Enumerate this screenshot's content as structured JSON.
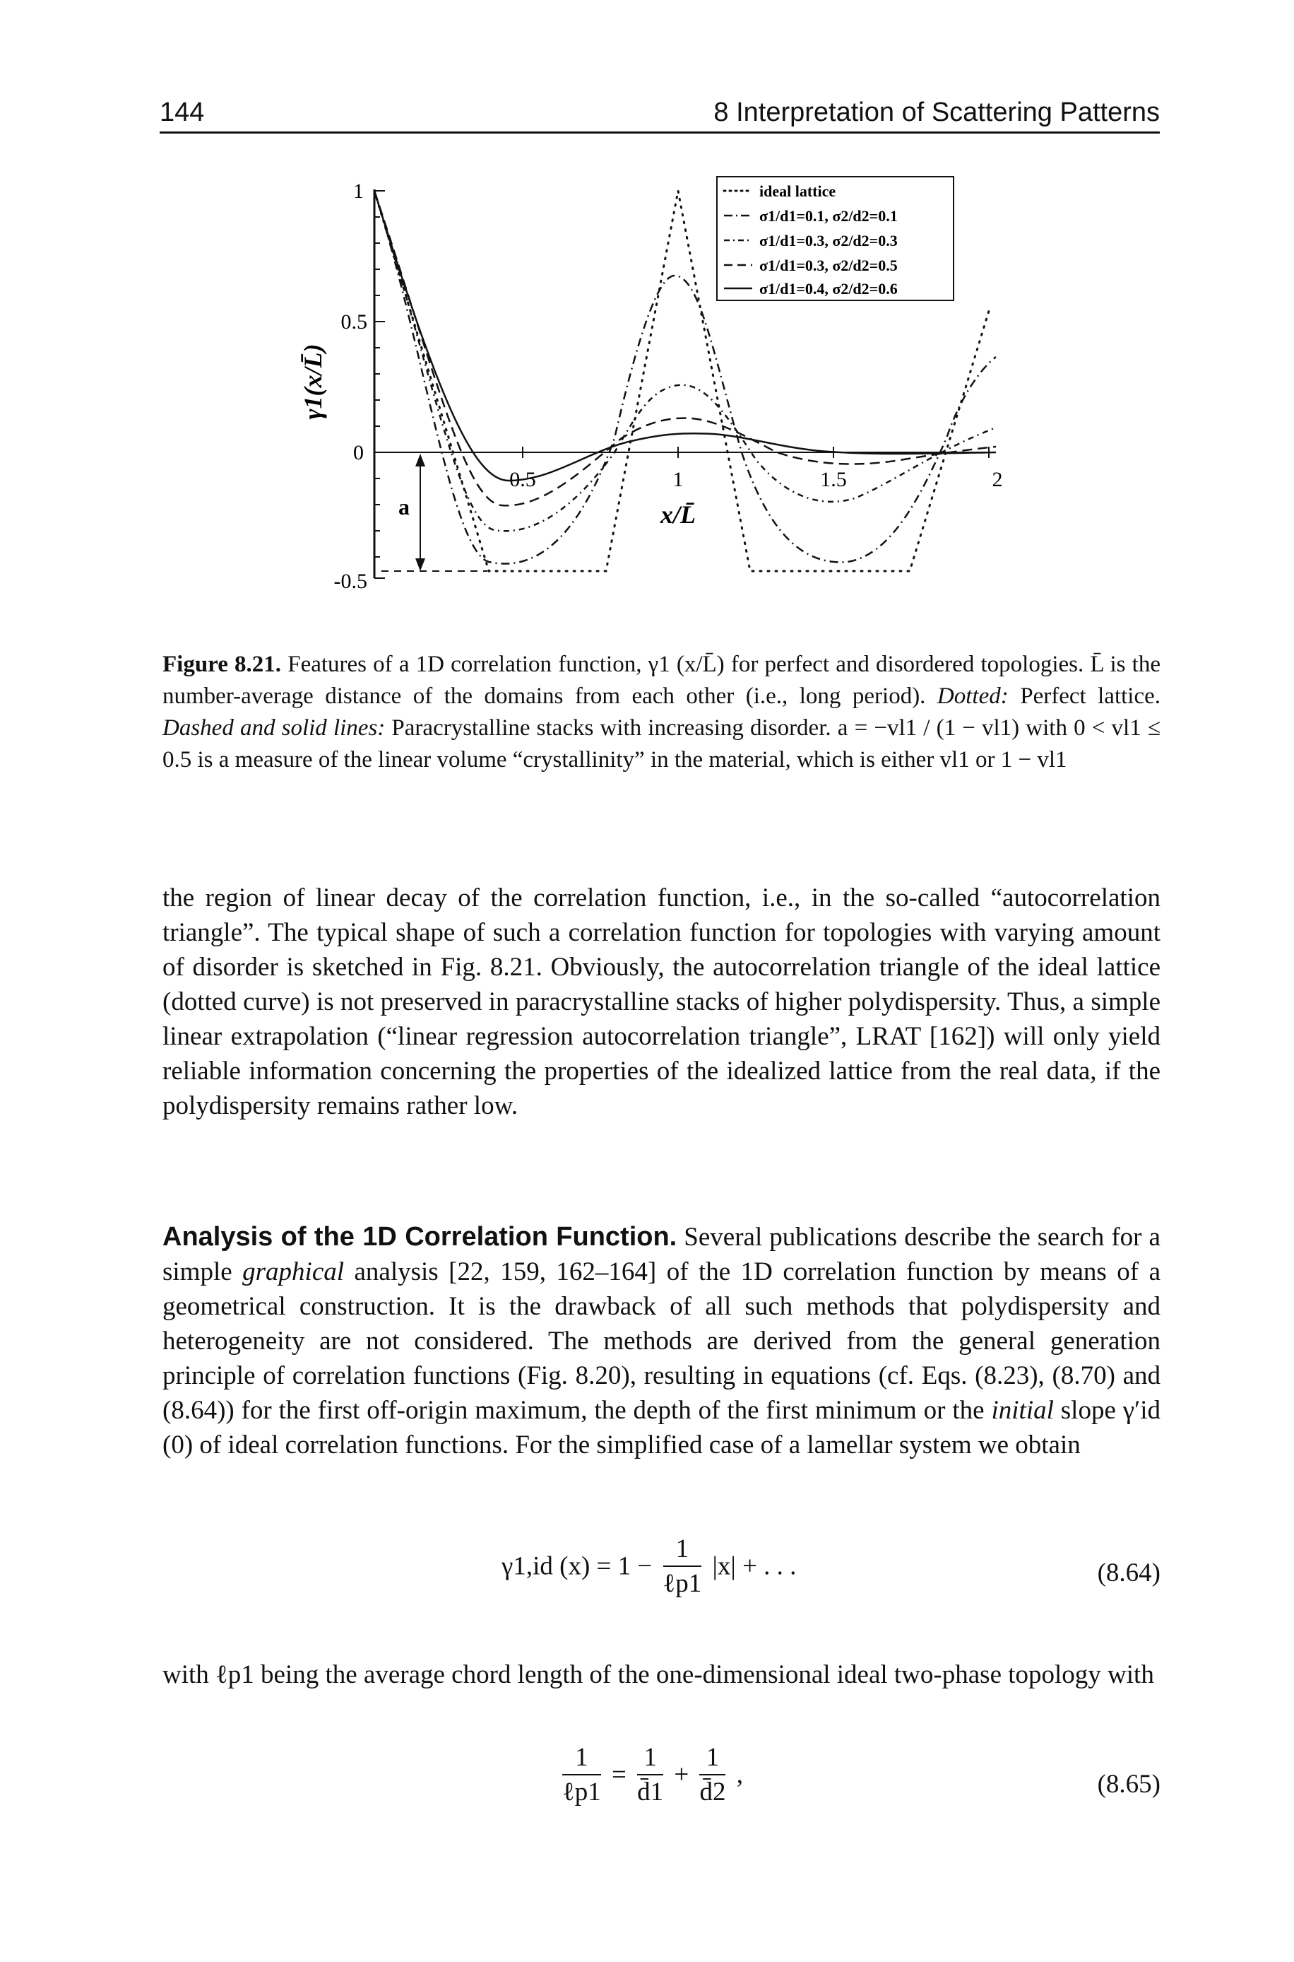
{
  "header": {
    "page_number": "144",
    "running_head": "8 Interpretation of Scattering Patterns"
  },
  "figure": {
    "y_axis_label": "γ1(x/L̄)",
    "x_axis_label": "x/L̄",
    "y_ticks": [
      "1",
      "0.5",
      "0",
      "-0.5"
    ],
    "x_ticks": [
      "0.5",
      "1",
      "1.5",
      "2"
    ],
    "a_label": "a",
    "legend": [
      "ideal lattice",
      "σ1/d1=0.1, σ2/d2=0.1",
      "σ1/d1=0.3, σ2/d2=0.3",
      "σ1/d1=0.3, σ2/d2=0.5",
      "σ1/d1=0.4, σ2/d2=0.6"
    ]
  },
  "caption": {
    "label": "Figure 8.21.",
    "text1": " Features of a 1D correlation function, γ1 (x/L̄) for perfect and disordered topologies. L̄ is the number-average distance of the domains from each other (i.e., long period). ",
    "dotted": "Dotted:",
    "text2": " Perfect lattice. ",
    "dashed": "Dashed and solid lines:",
    "text3": " Paracrystalline stacks with increasing disorder. a = −vl1 / (1 − vl1) with 0 < vl1 ≤ 0.5 is a measure of the linear volume “crystallinity” in the material, which is either vl1 or 1 − vl1"
  },
  "para1": "the region of linear decay of the correlation function, i.e., in the so-called “autocorrelation triangle”. The typical shape of such a correlation function for topologies with varying amount of disorder is sketched in Fig. 8.21. Obviously, the autocorrelation triangle of the ideal lattice (dotted curve) is not preserved in paracrystalline stacks of higher polydispersity. Thus, a simple linear extrapolation (“linear regression autocorrelation triangle”, LRAT [162]) will only yield reliable information concerning the properties of the idealized lattice from the real data, if the polydispersity remains rather low.",
  "para2": {
    "heading": "Analysis of the 1D Correlation Function.",
    "t1": " Several publications describe the search for a simple ",
    "graphical": "graphical",
    "t2": " analysis [22, 159, 162–164] of the 1D correlation function by means of a geometrical construction. It is the drawback of all such methods that polydispersity and heterogeneity are not considered. The methods are derived from the general generation principle of correlation functions (Fig. 8.20), resulting in equations (cf. Eqs. (8.23), (8.70) and (8.64)) for the first off-origin maximum, the depth of the first minimum or the ",
    "initial": "initial",
    "t3": " slope γ′id (0) of ideal correlation functions. For the simplified case of a lamellar system we obtain"
  },
  "eq864": {
    "lhs": "γ1,id (x) = 1 −",
    "num": "1",
    "den": "ℓp1",
    "rhs": "|x| + . . .",
    "number": "(8.64)"
  },
  "para3": "with ℓp1 being the average chord length of the one-dimensional ideal two-phase topology with",
  "eq865": {
    "num_left": "1",
    "den_left": "ℓp1",
    "eq": "=",
    "num_a": "1",
    "den_a": "d̄1",
    "plus": "+",
    "num_b": "1",
    "den_b": "d̄2",
    "comma": ",",
    "number": "(8.65)"
  }
}
